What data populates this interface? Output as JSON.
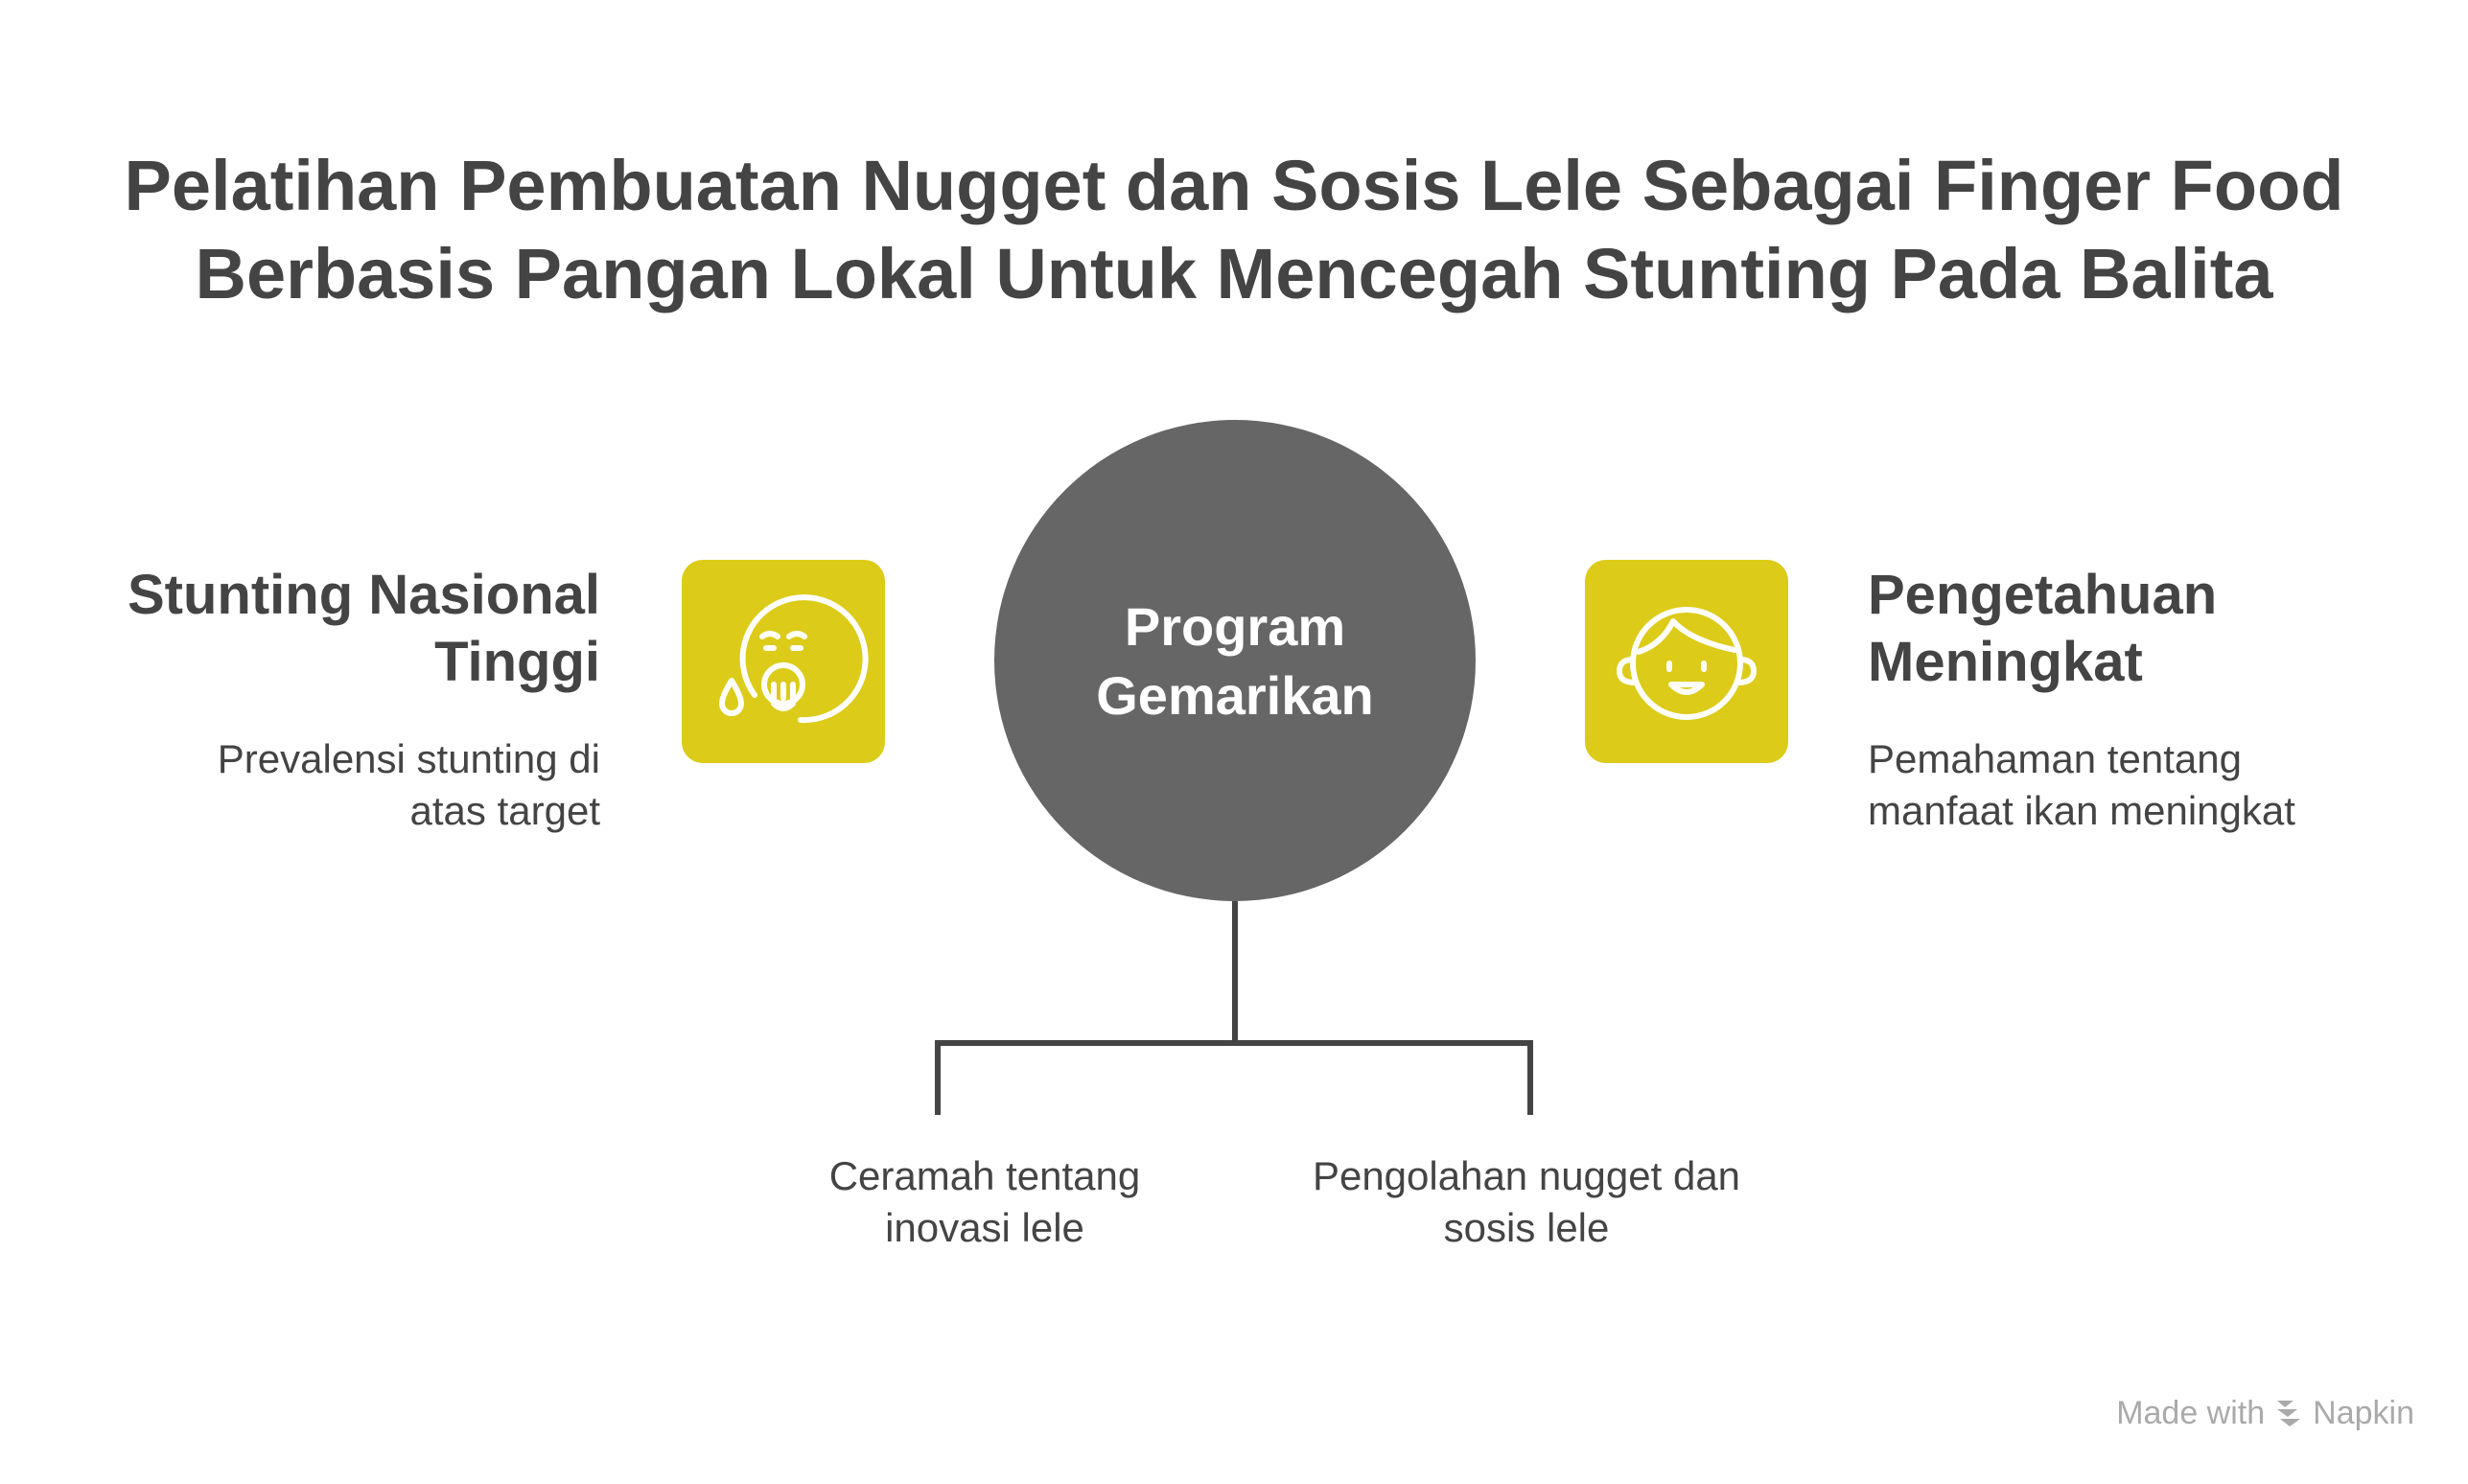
{
  "title": {
    "line1": "Pelatihan Pembuatan Nugget dan Sosis Lele Sebagai Finger Food",
    "line2": "Berbasis Pangan Lokal Untuk Mencegah Stunting Pada Balita"
  },
  "hub": {
    "line1": "Program",
    "line2": "Gemarikan"
  },
  "left": {
    "heading_line1": "Stunting Nasional",
    "heading_line2": "Tinggi",
    "desc_line1": "Prevalensi stunting di",
    "desc_line2": "atas target",
    "icon": "drooling-face-icon"
  },
  "right": {
    "heading_line1": "Pengetahuan",
    "heading_line2": "Meningkat",
    "desc_line1": "Pemahaman tentang",
    "desc_line2": "manfaat ikan meningkat",
    "icon": "smiling-child-face-icon"
  },
  "branches": [
    {
      "line1": "Ceramah tentang",
      "line2": "inovasi lele"
    },
    {
      "line1": "Pengolahan nugget dan",
      "line2": "sosis lele"
    }
  ],
  "watermark": {
    "prefix": "Made with",
    "brand": "Napkin",
    "icon": "napkin-logo-icon"
  },
  "colors": {
    "accent": "#dccb18",
    "hub": "#666666",
    "text": "#444444",
    "watermark": "#aaaaaa"
  }
}
